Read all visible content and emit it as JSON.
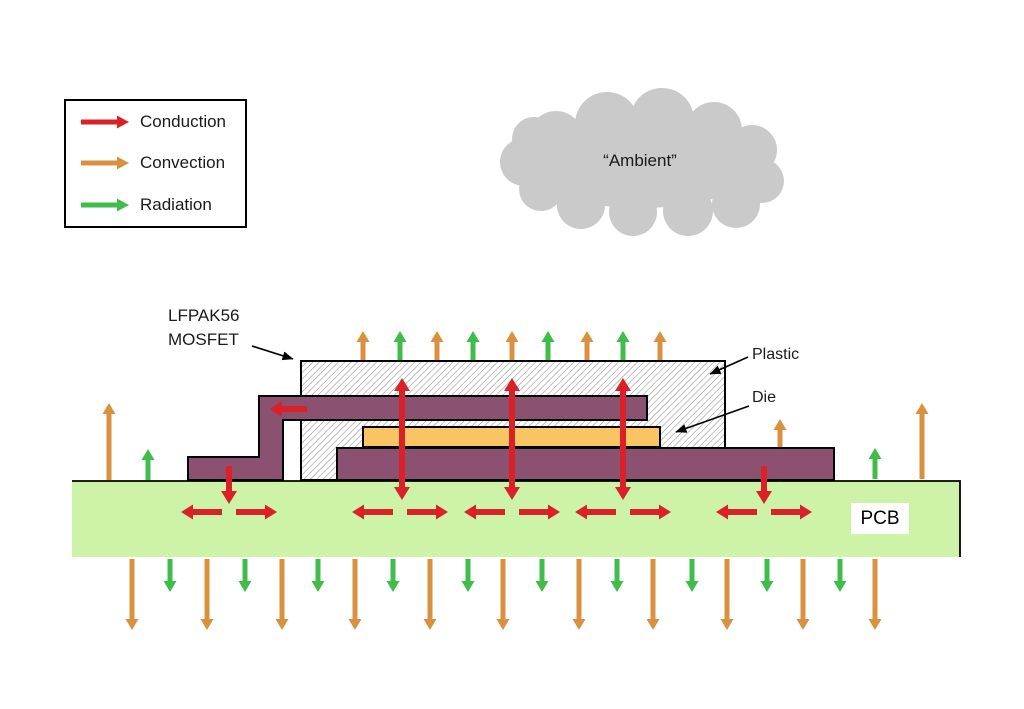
{
  "legend": {
    "items": [
      {
        "id": "conduction",
        "label": "Conduction"
      },
      {
        "id": "convection",
        "label": "Convection"
      },
      {
        "id": "radiation",
        "label": "Radiation"
      }
    ]
  },
  "ambient": {
    "label": "“Ambient”"
  },
  "annotations": {
    "package_line1": "LFPAK56",
    "package_line2": "MOSFET",
    "plastic": "Plastic",
    "die": "Die",
    "pcb": "PCB"
  },
  "colors": {
    "conduction": "#da2128",
    "convection": "#d9913f",
    "radiation": "#3fbc49",
    "copper": "#8b5170",
    "die_fill": "#f9c464",
    "pcb_fill": "#ccf3a8",
    "cloud": "#cacaca",
    "hatch_line": "#8f8f8f",
    "outline": "#000000"
  }
}
